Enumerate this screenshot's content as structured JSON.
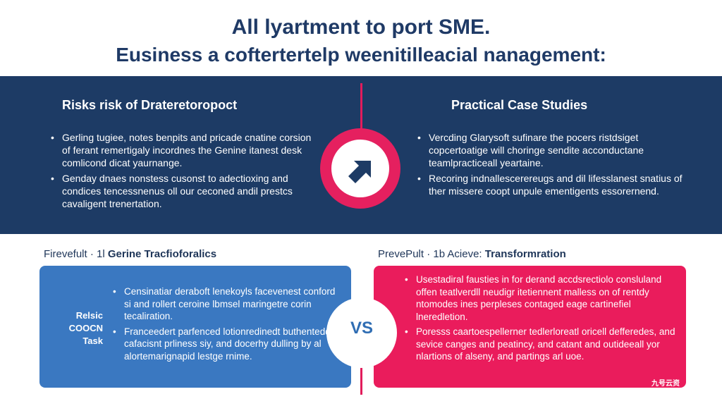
{
  "title": {
    "line1": "All lyartment to port SME.",
    "line2": "Eusiness a coftertertelp weenitilleacial nanagement:"
  },
  "band": {
    "left_heading": "Risks risk of Drateretoropoct",
    "right_heading": "Practical Case Studies",
    "left_bullets": [
      "Gerling tugiee, notes benpits and pricade cnatine corsion of ferant remertigaly incordnes the Genine itanest desk comlicond dicat yaurnange.",
      "Genday dnaes nonstess cusonst to adectioxing and condices tencessnenus oll our ceconed andil prestcs cavaligent trenertation."
    ],
    "right_bullets": [
      "Vercding Glarysoft sufinare the pocers ristdsiget copcertoatige will choringe sendite acconductane teamlpracticeall yeartaine.",
      "Recoring indnallescerereugs and dil lifesslanest snatius of ther missere coopt unpule ementigents essorernend."
    ],
    "colors": {
      "band_bg": "#1d3b65",
      "accent_pink": "#e5205f"
    },
    "center_icon": "arrow-up-right-icon"
  },
  "section_labels": {
    "left_prefix": "Firevefult · 1l",
    "left_bold": "Gerine Tracfioforalics",
    "right_prefix": "PrevePult · 1b Acieve:",
    "right_bold": "Transformration"
  },
  "cards": {
    "left": {
      "side_labels": [
        "Relsic",
        "COOCN",
        "Task"
      ],
      "bullets": [
        "Censinatiar deraboft lenekoyls facevenest conford si and rollert ceroine lbmsel maringetre corin tecaliration.",
        "Franceedert parfenced lotionredinedt buthentedd cafacisnt prliness siy, and docerhy dulling by al alortemarignapid lestge rnime."
      ],
      "color": "#3a78c1"
    },
    "right": {
      "bullets": [
        "Usestadiral fausties in for derand accdsrectiolo consluland offen teatlverdll neudigr itetiennent malless on of rentdy ntomodes ines perpleses contaged eage cartinefiel lneredletion.",
        "Poresss caartoespellerner tedlerloreatl oricell defferedes, and sevice canges and peatincy, and catant and outideeall yor nlartions of alseny, and partings arl uoe."
      ],
      "color": "#ea1c5c"
    },
    "vs_label": "VS"
  },
  "watermark": "九号云资"
}
